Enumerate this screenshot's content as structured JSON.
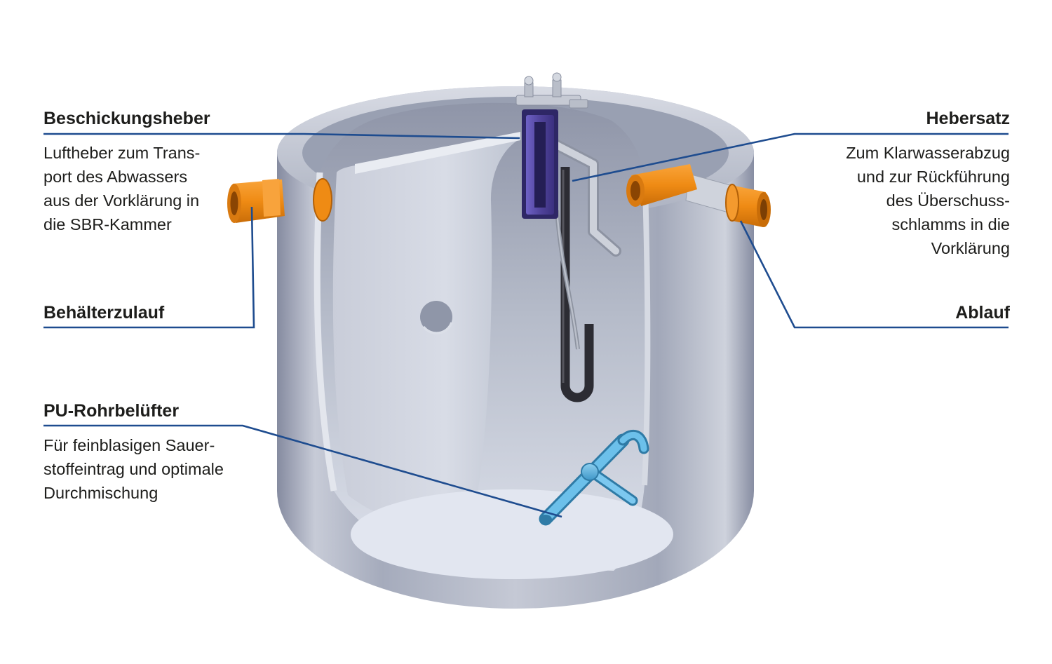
{
  "labels": {
    "beschickungsheber": {
      "heading": "Beschickungsheber",
      "description": "Luftheber zum Trans-\nport des Abwassers\naus der Vorklärung in\ndie SBR-Kammer"
    },
    "behaelterzulauf": {
      "heading": "Behälterzulauf"
    },
    "pu_rohrbeluefter": {
      "heading": "PU-Rohrbelüfter",
      "description": "Für feinblasigen Sauer-\nstoffeintrag und optimale\nDurchmischung"
    },
    "hebersatz": {
      "heading": "Hebersatz",
      "description": "Zum Klarwasserabzug\nund zur Rückführung\ndes Überschuss-\nschlamms in die\nVorklärung"
    },
    "ablauf": {
      "heading": "Ablauf"
    }
  },
  "colors": {
    "text": "#1d1d1b",
    "leader_line": "#1e4c8f",
    "pipe_orange": "#ef8b14",
    "aerator_blue": "#5fb6e6",
    "lifter_purple": "#51449c",
    "tank_gray": "#b3b8c6",
    "background": "#ffffff"
  }
}
